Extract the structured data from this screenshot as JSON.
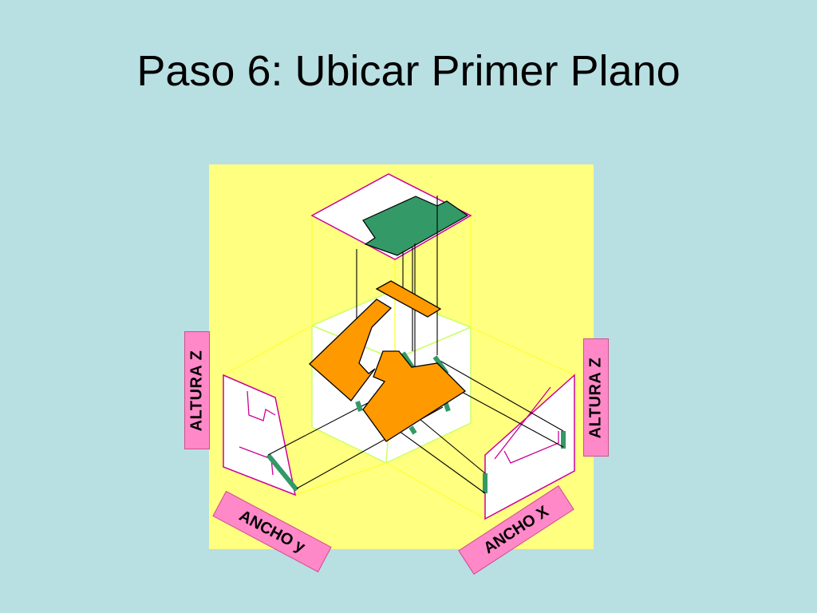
{
  "slide": {
    "title": "Paso 6: Ubicar Primer Plano"
  },
  "labels": {
    "left_height": "ALTURA Z",
    "right_height": "ALTURA Z",
    "width_y": "ANCHO y",
    "width_x": "ANCHO X"
  },
  "colors": {
    "background": "#b8dfe2",
    "panel": "#ffff80",
    "label_fill": "#ff88c8",
    "top_view_fill": "#339966",
    "plane_fill": "#ff9900",
    "outline": "#cc0099",
    "projection": "#000000"
  }
}
